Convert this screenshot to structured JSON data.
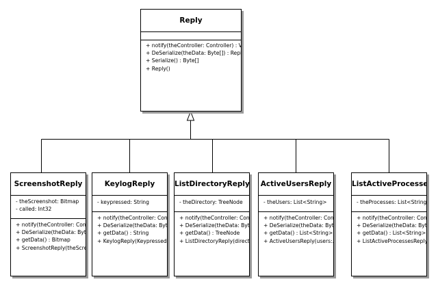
{
  "diagram": {
    "parent": {
      "name": "Reply",
      "attributes": [],
      "operations": [
        "+ notify(theController: Controller) : Void",
        "+ DeSerialize(theData: Byte[]) : Reply",
        "+ Serialize() : Byte[]",
        "+ Reply()"
      ]
    },
    "children": [
      {
        "name": "ScreenshotReply",
        "attributes": [
          "- theScreenshot: Bitmap",
          "- called: Int32"
        ],
        "operations": [
          "+ notify(theController: Cont...",
          "+ DeSerialize(theData: Byte...",
          "+ getData() : Bitmap",
          "+ ScreenshotReply(theScre..."
        ]
      },
      {
        "name": "KeylogReply",
        "attributes": [
          "- keypressed: String"
        ],
        "operations": [
          "+ notify(theController: Cont...",
          "+ DeSerialize(theData: Byte...",
          "+ getData() : String",
          "+ KeylogReply(Keypressed:..."
        ]
      },
      {
        "name": "ListDirectoryReply",
        "attributes": [
          "- theDirectory: TreeNode"
        ],
        "operations": [
          "+ notify(theController: Contr...",
          "+ DeSerialize(theData: Byte...",
          "+ getData() : TreeNode",
          "+ ListDirectoryReply(directo..."
        ]
      },
      {
        "name": "ActiveUsersReply",
        "attributes": [
          "- theUsers: List<String>"
        ],
        "operations": [
          "+ notify(theController: Cont...",
          "+ DeSerialize(theData: Byte...",
          "+ getData() : List<String>",
          "+ ActiveUsersReply(users:..."
        ]
      },
      {
        "name": "ListActiveProcesses...",
        "attributes": [
          "- theProcesses: List<String>"
        ],
        "operations": [
          "+ notify(theController: Cont...",
          "+ DeSerialize(theData: Byte...",
          "+ getData() : List<String>",
          "+ ListActiveProcessesReply(..."
        ]
      }
    ]
  }
}
